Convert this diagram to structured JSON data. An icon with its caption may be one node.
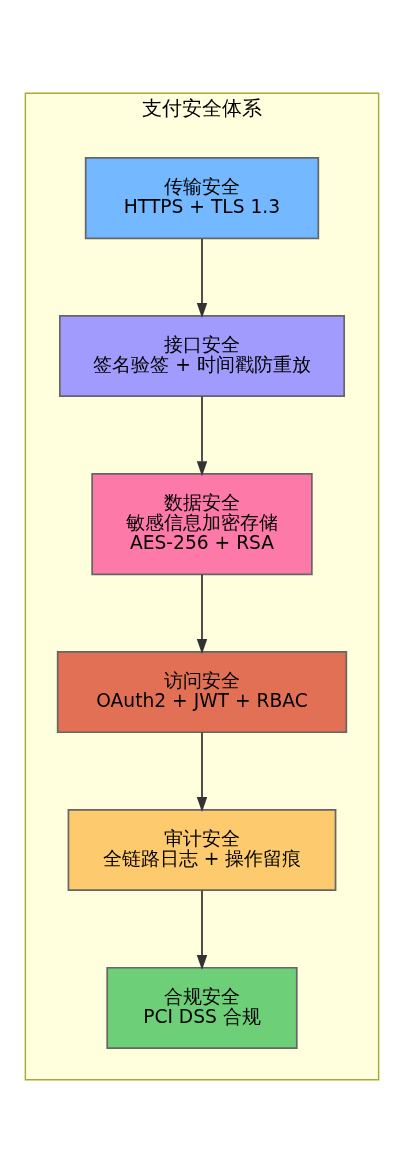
{
  "diagram": {
    "nodes": [
      {
        "text": [
          "支付安全体系"
        ]
      },
      {
        "text": [
          "传输安全",
          "HTTPS + TLS 1.3"
        ],
        "in": 0
      },
      {
        "text": [
          "接口安全",
          "签名验签 + 时间戳防重放"
        ],
        "in": 0
      },
      {
        "text": [
          "数据安全",
          "敏感信息加密存储",
          "AES-256 + RSA"
        ],
        "in": 0
      },
      {
        "text": [
          "访问安全",
          "OAuth2 + JWT + RBAC"
        ],
        "in": 0
      },
      {
        "text": [
          "审计安全",
          "全链路日志 + 操作留痕"
        ],
        "in": 0
      },
      {
        "text": [
          "合规安全",
          "PCI DSS 合规"
        ],
        "in": 0
      }
    ],
    "edges": [
      {
        "from": 1,
        "to": 2,
        "arrow": "to"
      },
      {
        "from": 2,
        "to": 3,
        "arrow": "to"
      },
      {
        "from": 3,
        "to": 4,
        "arrow": "to"
      },
      {
        "from": 4,
        "to": 5,
        "arrow": "to"
      },
      {
        "from": 5,
        "to": 6,
        "arrow": "to"
      }
    ]
  }
}
